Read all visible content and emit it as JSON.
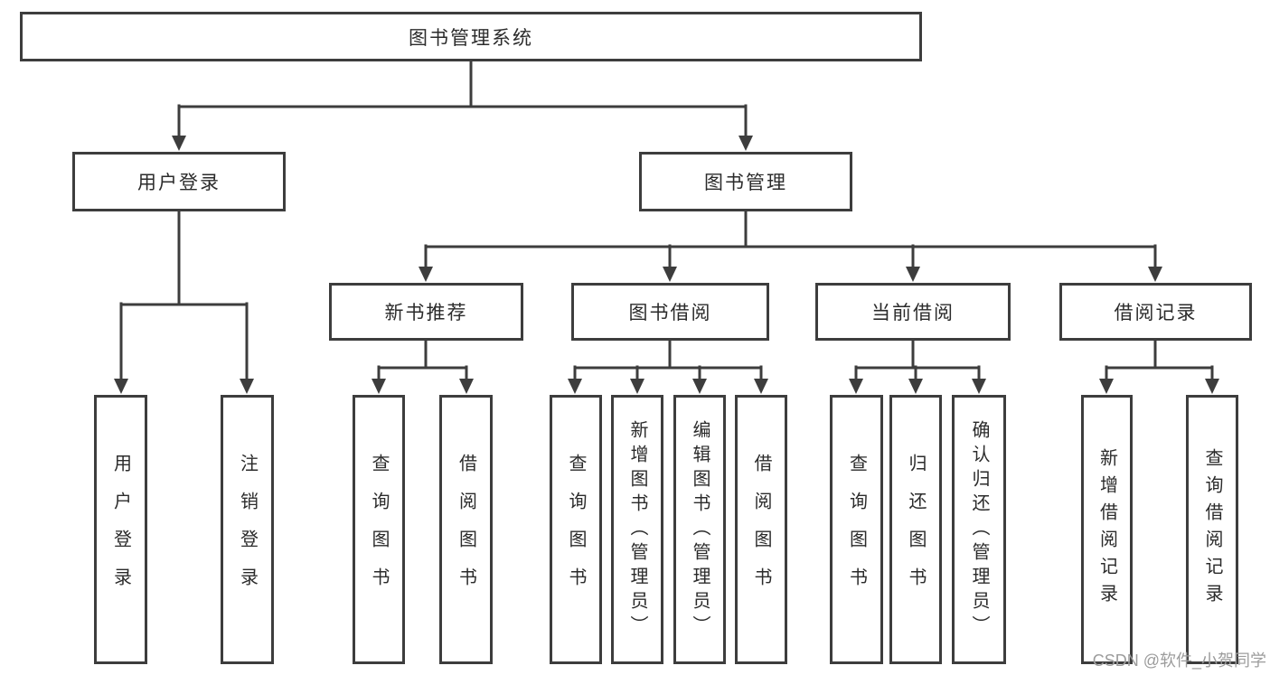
{
  "diagram": {
    "title": "图书管理系统",
    "level2": [
      {
        "label": "用户登录"
      },
      {
        "label": "图书管理"
      }
    ],
    "level3": [
      {
        "label": "新书推荐"
      },
      {
        "label": "图书借阅"
      },
      {
        "label": "当前借阅"
      },
      {
        "label": "借阅记录"
      }
    ],
    "leaves": [
      {
        "label": "用户登录"
      },
      {
        "label": "注销登录"
      },
      {
        "label": "查询图书"
      },
      {
        "label": "借阅图书"
      },
      {
        "label": "查询图书"
      },
      {
        "label": "新增图书（管理员）"
      },
      {
        "label": "编辑图书（管理员）"
      },
      {
        "label": "借阅图书"
      },
      {
        "label": "查询图书"
      },
      {
        "label": "归还图书"
      },
      {
        "label": "确认归还（管理员）"
      },
      {
        "label": "新增借阅记录"
      },
      {
        "label": "查询借阅记录"
      }
    ]
  },
  "watermark": {
    "text": "CSDN @软件_小贺同学",
    "color": "#9c9c9c"
  },
  "colors": {
    "line": "#3d3d3d",
    "text": "#2b2b2b",
    "background": "#ffffff"
  }
}
